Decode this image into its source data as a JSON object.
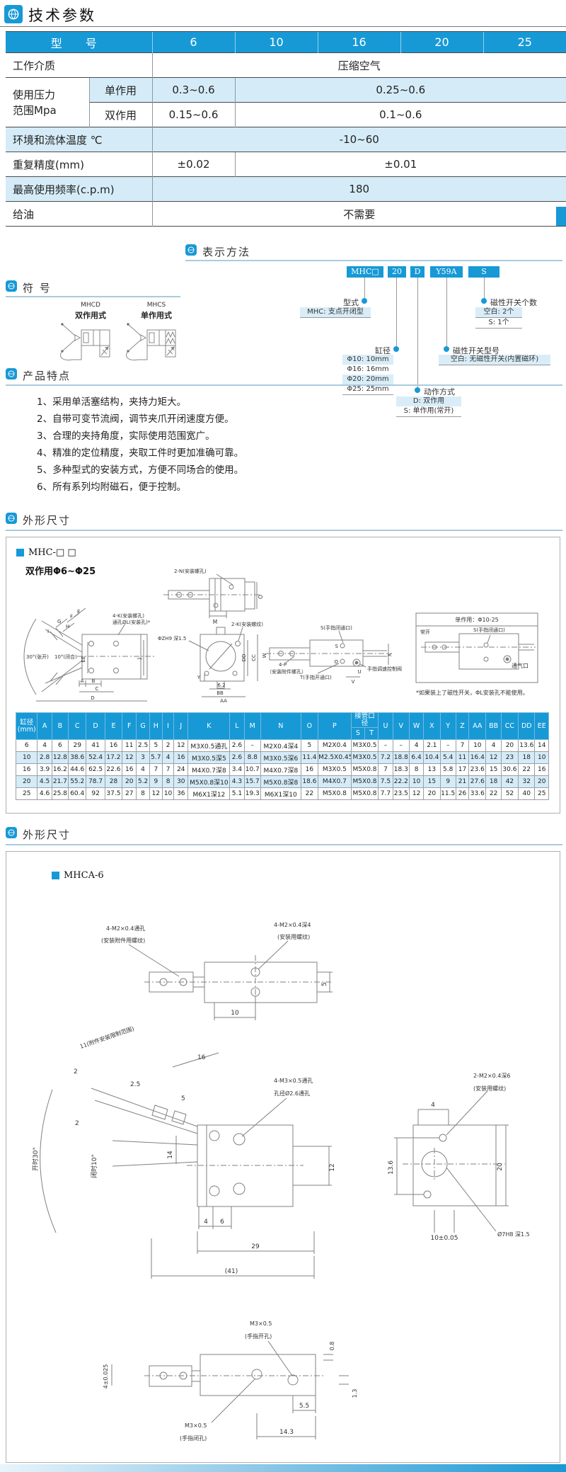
{
  "colors": {
    "brand": "#1799d6",
    "row_alt": "#d5ecf8"
  },
  "header": {
    "title": "技术参数"
  },
  "spec_table": {
    "model_header": "型 号",
    "sizes": [
      "6",
      "10",
      "16",
      "20",
      "25"
    ],
    "working_medium_label": "工作介质",
    "working_medium_value": "压缩空气",
    "pressure_label": "使用压力\n范围Mpa",
    "single_acting_label": "单作用",
    "single_acting_size6": "0.3~0.6",
    "single_acting_rest": "0.25~0.6",
    "double_acting_label": "双作用",
    "double_acting_size6": "0.15~0.6",
    "double_acting_rest": "0.1~0.6",
    "temperature_label": "环境和流体温度 ℃",
    "temperature_value": "-10~60",
    "repeatability_label": "重复精度(mm)",
    "repeatability_size6": "±0.02",
    "repeatability_rest": "±0.01",
    "frequency_label": "最高使用频率(c.p.m)",
    "frequency_value": "180",
    "lubrication_label": "给油",
    "lubrication_value": "不需要"
  },
  "ordering": {
    "title": "表示方法",
    "code_boxes": [
      "MHC□",
      "20",
      "D",
      "Y59A",
      "S"
    ],
    "type_label": "型式",
    "type_option": "MHC: 支点开闭型",
    "bore_label": "缸径",
    "bore_options": [
      "Φ10: 10mm",
      "Φ16: 16mm",
      "Φ20: 20mm",
      "Φ25: 25mm"
    ],
    "action_label": "动作方式",
    "action_options": [
      "D: 双作用",
      "S: 单作用(常开)"
    ],
    "switch_model_label": "磁性开关型号",
    "switch_model_option": "空白: 无磁性开关(内置磁环)",
    "switch_qty_label": "磁性开关个数",
    "switch_qty_options": [
      "空白: 2个",
      "S: 1个"
    ]
  },
  "symbols": {
    "title": "符 号",
    "items": [
      {
        "code": "MHCD",
        "name": "双作用式"
      },
      {
        "code": "MHCS",
        "name": "单作用式"
      }
    ]
  },
  "features": {
    "title": "产品特点",
    "items": [
      "1、采用单活塞结构，夹持力矩大。",
      "2、自带可变节流阀，调节夹爪开闭速度方便。",
      "3、合理的夹持角度，实际使用范围宽广。",
      "4、精准的定位精度，夹取工件时更加准确可靠。",
      "5、多种型式的安装方式，方便不同场合的使用。",
      "6、所有系列均附磁石，便于控制。"
    ]
  },
  "dims1": {
    "title": "外形尺寸",
    "model": "MHC-□ □",
    "subtitle": "双作用Φ6~Φ25",
    "labels": {
      "n_holes": "2-N(安装螺孔)",
      "m": "M",
      "o": "O",
      "e": "E",
      "f": "F",
      "g": "G",
      "h": "H",
      "i": "I",
      "open_angle": "30°(张开)",
      "close_angle": "10°(闭合)",
      "ee": "EE",
      "j": "J",
      "a": "A",
      "b": "B",
      "c": "C",
      "d": "D",
      "k_holes1": "4-K(安装螺孔)",
      "k_holes2": "通孔ØL(安装孔)*",
      "zh9": "ΦZH9 深1.5",
      "k_thread": "2-K(安装螺纹)",
      "dd": "DD",
      "cc": "CC",
      "y": "Y",
      "d62": "6.2",
      "bb": "BB",
      "aa": "AA",
      "w": "W",
      "p4": "4-P",
      "p4b": "（安装附件螺孔）",
      "s_close": "S(手指闭通口)",
      "s": "S",
      "o2": "O",
      "t_open": "T(手指开通口)",
      "x": "X",
      "u": "U",
      "v": "V",
      "valve": "手指调速控制阀"
    },
    "single": {
      "title": "单作用：Φ10-25",
      "normally_open": "常开",
      "s_port": "S(手指闭通口)",
      "vent": "通气口"
    },
    "note": "*如果装上了磁性开关，ΦL安装孔不能使用。"
  },
  "dim_table": {
    "bore_header": "缸径\n(mm)",
    "headers_left": [
      "A",
      "B",
      "C",
      "D",
      "E",
      "F",
      "G",
      "H",
      "I",
      "J",
      "K",
      "L",
      "M",
      "N",
      "O",
      "P"
    ],
    "pipe_header": "接管口径",
    "pipe_sub": [
      "S",
      "T"
    ],
    "headers_right": [
      "U",
      "V",
      "W",
      "X",
      "Y",
      "Z",
      "AA",
      "BB",
      "CC",
      "DD",
      "EE"
    ],
    "rows": [
      {
        "bore": "6",
        "left": [
          "4",
          "6",
          "29",
          "41",
          "16",
          "11",
          "2.5",
          "5",
          "2",
          "12",
          "M3X0.5通孔",
          "2.6",
          "–",
          "M2X0.4深4",
          "5",
          "M2X0.4"
        ],
        "st": "M3X0.5",
        "right": [
          "–",
          "–",
          "4",
          "2.1",
          "–",
          "7",
          "10",
          "4",
          "20",
          "13.6",
          "14"
        ]
      },
      {
        "bore": "10",
        "left": [
          "2.8",
          "12.8",
          "38.6",
          "52.4",
          "17.2",
          "12",
          "3",
          "5.7",
          "4",
          "16",
          "M3X0.5深5",
          "2.6",
          "8.8",
          "M3X0.5深6",
          "11.4",
          "M2.5X0.45"
        ],
        "st": "M3X0.5",
        "right": [
          "7.2",
          "18.8",
          "6.4",
          "10.4",
          "5.4",
          "11",
          "16.4",
          "12",
          "23",
          "18",
          "10"
        ]
      },
      {
        "bore": "16",
        "left": [
          "3.9",
          "16.2",
          "44.6",
          "62.5",
          "22.6",
          "16",
          "4",
          "7",
          "7",
          "24",
          "M4X0.7深8",
          "3.4",
          "10.7",
          "M4X0.7深8",
          "16",
          "M3X0.5"
        ],
        "st": "M5X0.8",
        "right": [
          "7",
          "18.3",
          "8",
          "13",
          "5.8",
          "17",
          "23.6",
          "15",
          "30.6",
          "22",
          "16"
        ]
      },
      {
        "bore": "20",
        "left": [
          "4.5",
          "21.7",
          "55.2",
          "78.7",
          "28",
          "20",
          "5.2",
          "9",
          "8",
          "30",
          "M5X0.8深10",
          "4.3",
          "15.7",
          "M5X0.8深8",
          "18.6",
          "M4X0.7"
        ],
        "st": "M5X0.8",
        "right": [
          "7.5",
          "22.2",
          "10",
          "15",
          "9",
          "21",
          "27.6",
          "18",
          "42",
          "32",
          "20"
        ]
      },
      {
        "bore": "25",
        "left": [
          "4.6",
          "25.8",
          "60.4",
          "92",
          "37.5",
          "27",
          "8",
          "12",
          "10",
          "36",
          "M6X1深12",
          "5.1",
          "19.3",
          "M6X1深10",
          "22",
          "M5X0.8"
        ],
        "st": "M5X0.8",
        "right": [
          "7.7",
          "23.5",
          "12",
          "20",
          "11.5",
          "26",
          "33.6",
          "22",
          "52",
          "40",
          "25"
        ]
      }
    ]
  },
  "dims2": {
    "title": "外形尺寸",
    "model": "MHCA-6",
    "labels": {
      "t1a": "4-M2×0.4通孔",
      "t1b": "(安装附件用螺纹)",
      "t2a": "4-M2×0.4深4",
      "t2b": "(安装用螺纹)",
      "d10": "10",
      "d5": "5",
      "range11": "11(附件安装限制范围)",
      "d16": "16",
      "d2a": "2",
      "d2_5": "2.5",
      "d5b": "5",
      "d2b": "2",
      "d14": "14",
      "open30": "开时30°",
      "close10": "闭时10°",
      "t3a": "4-M3×0.5通孔",
      "t3b": "孔径Ø2.6通孔",
      "d12": "12",
      "d4": "4",
      "d6": "6",
      "d29": "29",
      "d41": "(41)",
      "t4a": "2-M2×0.4深6",
      "t4b": "(安装用螺纹)",
      "d4b": "4",
      "d13_6": "13.6",
      "d20": "20",
      "d10_005": "10±0.05",
      "o7h8": "Ø7H8 深1.5",
      "m3a": "M3×0.5",
      "m3a2": "(手指开孔)",
      "d4_0025": "4±0.025",
      "d0_8": "0.8",
      "d1_3": "1.3",
      "d5_5": "5.5",
      "d14_3": "14.3",
      "m3b": "M3×0.5",
      "m3b2": "(手指闭孔)"
    }
  }
}
